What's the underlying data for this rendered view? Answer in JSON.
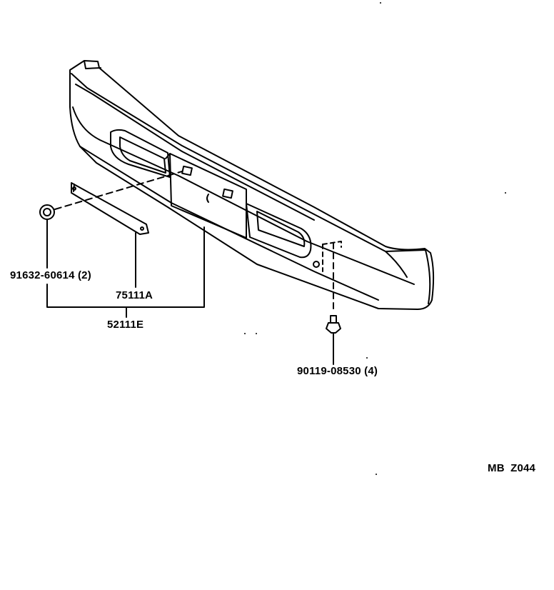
{
  "diagram": {
    "parts": [
      {
        "id": "part-91632",
        "label": "91632-60614 (2)"
      },
      {
        "id": "part-75111",
        "label": "75111A"
      },
      {
        "id": "part-52111",
        "label": "52111E"
      },
      {
        "id": "part-90119",
        "label": "90119-08530 (4)"
      }
    ],
    "reference_code": "MB  Z044",
    "line_color": "#000000",
    "background_color": "#ffffff"
  }
}
